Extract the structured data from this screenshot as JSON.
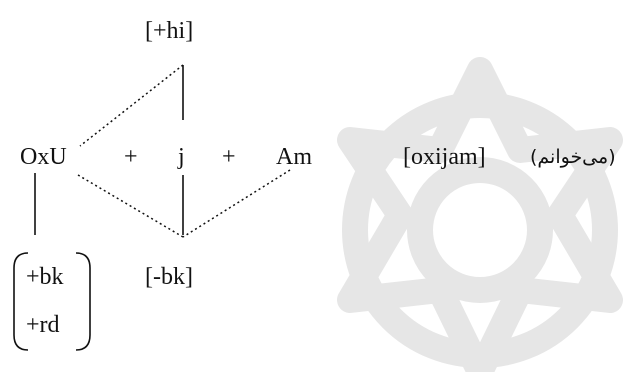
{
  "diagram": {
    "top_feature": "[+hi]",
    "morphemes": [
      "OxU",
      "+",
      "j",
      "+",
      "Am"
    ],
    "bottom_feature": "[-bk]",
    "matrix_features": [
      "+bk",
      "+rd"
    ],
    "surface_form": "[oxijam]",
    "gloss": "(می‌خوانم)"
  },
  "colors": {
    "ink": "#111111",
    "watermark": "#e6e6e6"
  }
}
